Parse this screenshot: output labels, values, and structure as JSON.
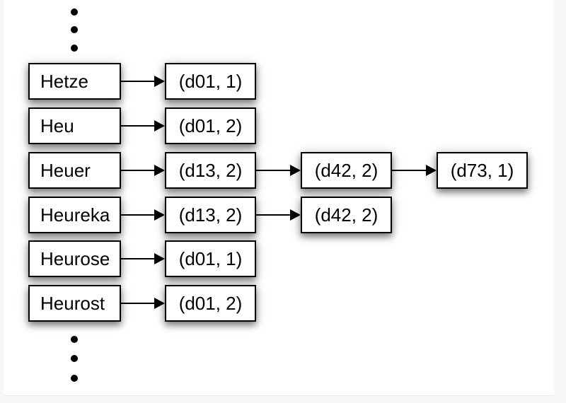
{
  "diagram": {
    "type": "inverted-index",
    "description": "Dictionary terms with posting list chains",
    "colors": {
      "background": "#ffffff",
      "frame": "#f7f7f8",
      "box_fill": "#ffffff",
      "box_border": "#000000",
      "text": "#000000",
      "arrow": "#000000"
    },
    "ellipsis": {
      "top_dots": 3,
      "bottom_dots": 3
    },
    "rows": [
      {
        "term": "Hetze",
        "postings": [
          "(d01, 1)"
        ]
      },
      {
        "term": "Heu",
        "postings": [
          "(d01, 2)"
        ]
      },
      {
        "term": "Heuer",
        "postings": [
          "(d13, 2)",
          "(d42, 2)",
          "(d73, 1)"
        ]
      },
      {
        "term": "Heureka",
        "postings": [
          "(d13, 2)",
          "(d42, 2)"
        ]
      },
      {
        "term": "Heurose",
        "postings": [
          "(d01, 1)"
        ]
      },
      {
        "term": "Heurost",
        "postings": [
          "(d01, 2)"
        ]
      }
    ]
  }
}
